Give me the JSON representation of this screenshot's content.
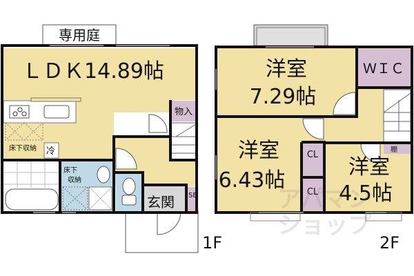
{
  "floor1": {
    "label": "1F",
    "garden": "専用庭",
    "ldk": "ＬＤＫ14.89帖",
    "storage": "物入",
    "underfloor_storage_1": "床下収納",
    "refrigerator": "冷",
    "underfloor_storage_2_line1": "床下",
    "underfloor_storage_2_line2": "収納",
    "entrance": "玄関",
    "shoe_box": "SB"
  },
  "floor2": {
    "label": "2F",
    "room_a_name": "洋室",
    "room_a_size": "7.29帖",
    "wic": "ＷＩＣ",
    "room_b_name": "洋室",
    "room_b_size": "6.43帖",
    "closet": "CL",
    "room_c_name": "洋室",
    "room_c_size": "4.5帖",
    "shelf": "棚"
  },
  "watermark": "アパマンショップ",
  "colors": {
    "room": "#f3e2a6",
    "storage": "#d6bfd3",
    "wet_area": "#bfd9e6",
    "entrance": "#d8d8d8",
    "wall": "#111111"
  }
}
